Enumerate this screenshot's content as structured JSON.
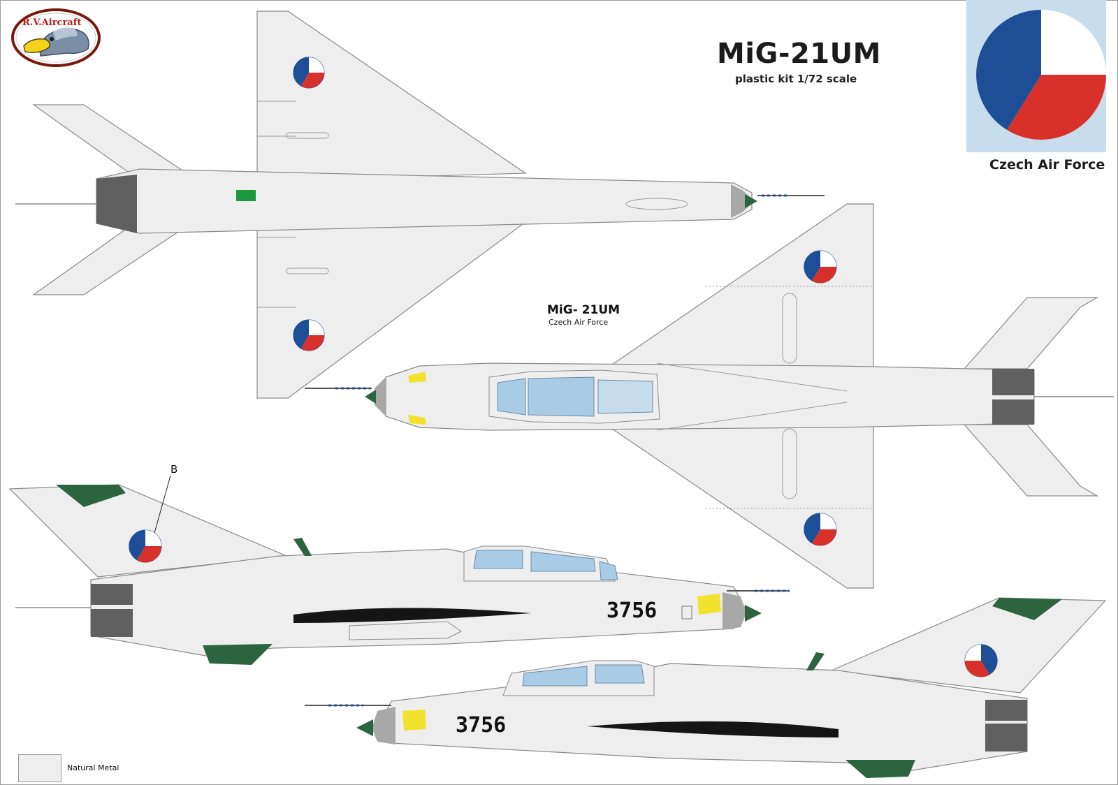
{
  "publisher_logo": {
    "text": "R.V.Aircraft"
  },
  "header": {
    "title": "MiG-21UM",
    "subtitle": "plastic kit 1/72 scale"
  },
  "roundel_panel": {
    "caption": "Czech Air Force",
    "colors": {
      "blue": "#1e4f96",
      "red": "#d8302a",
      "white": "#ffffff",
      "background": "#c7dced"
    }
  },
  "top_view": {
    "caption": "MiG- 21UM",
    "subcaption": "Czech Air Force"
  },
  "side_views": {
    "serial_left": "3756",
    "serial_right": "3756",
    "marker": "B"
  },
  "legend": {
    "items": [
      {
        "label": "Natural Metal",
        "color": "#eeeeee"
      }
    ]
  },
  "palette": {
    "aircraft": "#eeeeee",
    "outline": "#8a8a8a",
    "exhaust": "#606060",
    "green": "#2d6440",
    "canopy": "#a9cce6",
    "decal_yellow": "#f2e22c",
    "intake_blue": "#2c4f8a"
  }
}
